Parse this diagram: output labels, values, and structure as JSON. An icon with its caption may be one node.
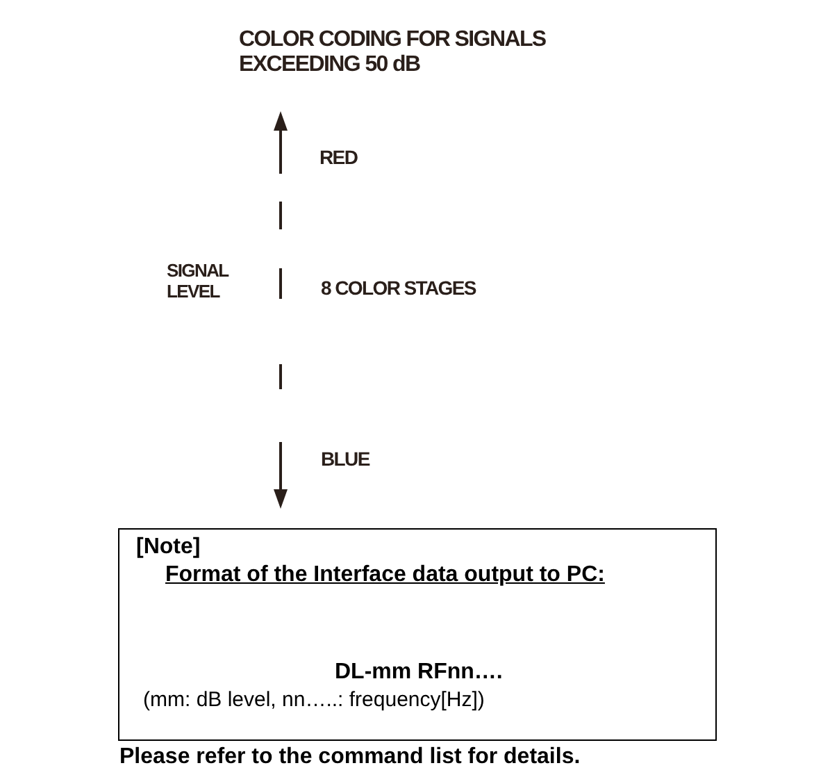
{
  "diagram": {
    "title": "COLOR CODING FOR SIGNALS EXCEEDING 50 dB",
    "nodes": [
      {
        "text": [
          "[Note]",
          "Format of the Interface data output to PC:",
          "DL-mm RFnn….",
          "(mm: dB level, nn…..: frequency[Hz])"
        ]
      }
    ],
    "labels": [
      "RED",
      "SIGNAL LEVEL",
      "8 COLOR STAGES",
      "BLUE"
    ],
    "caption": "Please refer to the command list for details."
  }
}
